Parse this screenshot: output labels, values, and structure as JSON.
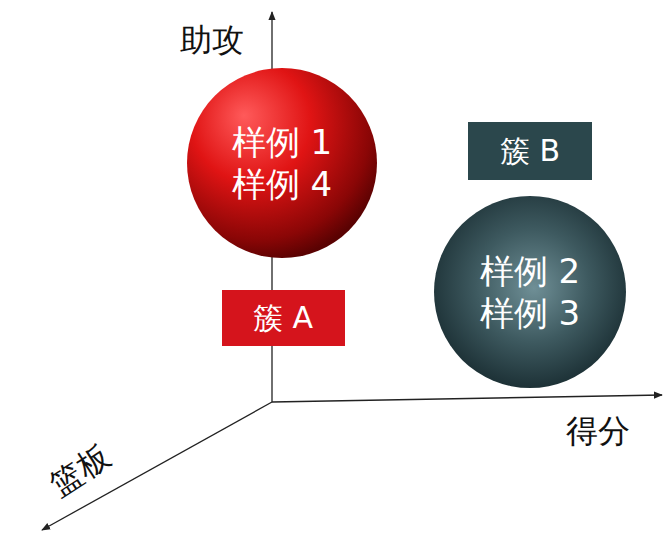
{
  "diagram": {
    "nodes": [
      {
        "text": [
          "样例 1",
          "样例 4"
        ]
      },
      {
        "text": [
          "簇 B"
        ]
      },
      {
        "text": [
          "样例 2",
          "样例 3"
        ]
      },
      {
        "text": [
          "簇 A"
        ]
      }
    ],
    "labels": [
      "助攻",
      "得分",
      "篮板"
    ]
  }
}
